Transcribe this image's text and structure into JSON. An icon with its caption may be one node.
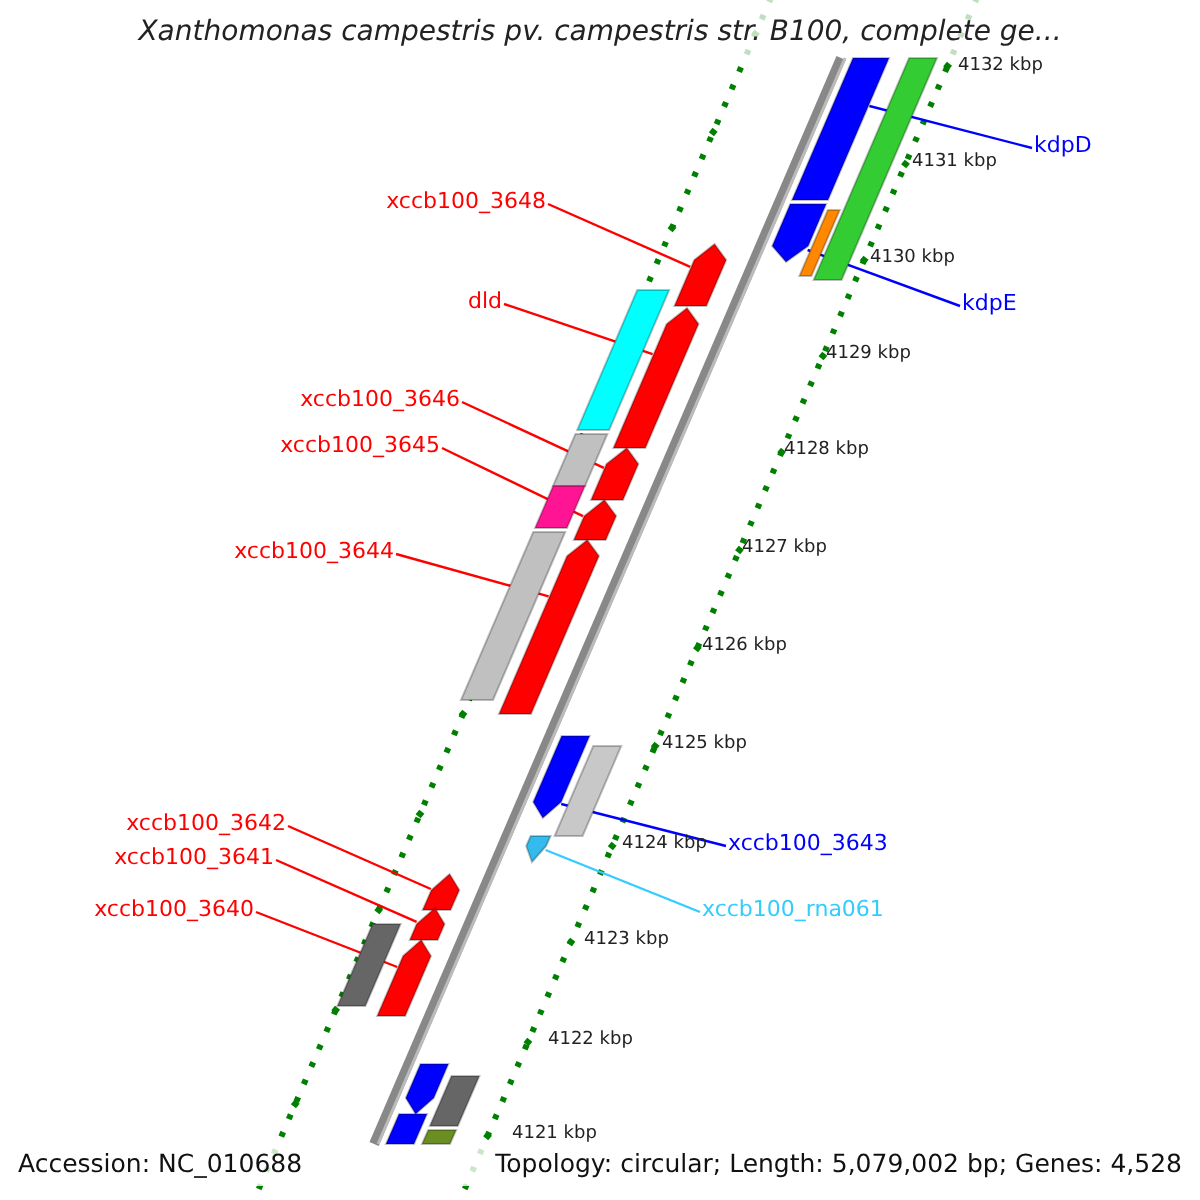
{
  "diagram": {
    "title": "Xanthomonas campestris pv. campestris str. B100, complete ge...",
    "nodes": [
      {
        "text": [
          "kdpD"
        ]
      },
      {
        "text": [
          "xccb100_3648"
        ]
      },
      {
        "text": [
          "dld"
        ]
      },
      {
        "text": [
          "kdpE"
        ]
      },
      {
        "text": [
          "xccb100_3646"
        ]
      },
      {
        "text": [
          "xccb100_3645"
        ]
      },
      {
        "text": [
          "xccb100_3644"
        ]
      },
      {
        "text": [
          "xccb100_3642"
        ]
      },
      {
        "text": [
          "xccb100_3643"
        ]
      },
      {
        "text": [
          "xccb100_3641"
        ]
      },
      {
        "text": [
          "xccb100_rna061"
        ]
      },
      {
        "text": [
          "xccb100_3640"
        ]
      },
      {
        "text": [],
        "shape": "bar"
      },
      {
        "text": [],
        "shape": "bar"
      },
      {
        "text": [],
        "shape": "bar"
      },
      {
        "text": [],
        "shape": "bar"
      },
      {
        "text": [],
        "shape": "bar"
      },
      {
        "text": [],
        "shape": "bar"
      },
      {
        "text": [],
        "shape": "bar"
      },
      {
        "text": [],
        "shape": "bar"
      },
      {
        "text": [],
        "shape": "bar"
      },
      {
        "text": [],
        "shape": "bar"
      },
      {
        "text": [],
        "shape": "bar"
      },
      {
        "text": [],
        "shape": "bar"
      },
      {
        "text": [],
        "shape": "bar"
      },
      {
        "text": [],
        "shape": "bar"
      },
      {
        "text": [],
        "shape": "bar"
      },
      {
        "text": [],
        "shape": "bar"
      },
      {
        "text": [],
        "shape": "bar"
      },
      {
        "text": [],
        "shape": "bar"
      },
      {
        "text": [],
        "shape": "bar"
      },
      {
        "text": [],
        "shape": "bar"
      },
      {
        "text": [],
        "shape": "bar"
      },
      {
        "text": [],
        "shape": "bar"
      },
      {
        "text": [],
        "shape": "bar"
      },
      {
        "text": [],
        "shape": "bar"
      }
    ],
    "edges": [
      {
        "from": 0,
        "to": 12,
        "arrow": "none",
        "color": "#0000ff"
      },
      {
        "from": 1,
        "to": 16,
        "arrow": "none"
      },
      {
        "from": 2,
        "to": 17,
        "arrow": "none"
      },
      {
        "from": 3,
        "to": 13,
        "arrow": "none",
        "color": "#0000ff"
      },
      {
        "from": 4,
        "to": 18,
        "arrow": "none"
      },
      {
        "from": 5,
        "to": 19,
        "arrow": "none"
      },
      {
        "from": 6,
        "to": 20,
        "arrow": "none"
      },
      {
        "from": 7,
        "to": 28,
        "arrow": "none"
      },
      {
        "from": 8,
        "to": 25,
        "arrow": "none",
        "color": "#0000ff"
      },
      {
        "from": 9,
        "to": 29,
        "arrow": "none"
      },
      {
        "from": 10,
        "to": 27,
        "arrow": "none",
        "color": "#33ccff"
      },
      {
        "from": 11,
        "to": 30,
        "arrow": "none"
      }
    ],
    "labels": [
      "4132 kbp",
      "4131 kbp",
      "4130 kbp",
      "4129 kbp",
      "4128 kbp",
      "4127 kbp",
      "4126 kbp",
      "4125 kbp",
      "4124 kbp",
      "4123 kbp",
      "4122 kbp",
      "4121 kbp",
      "Accession: NC_010688",
      "Topology: circular; Length: 5,079,002 bp; Genes: 4,528"
    ]
  }
}
